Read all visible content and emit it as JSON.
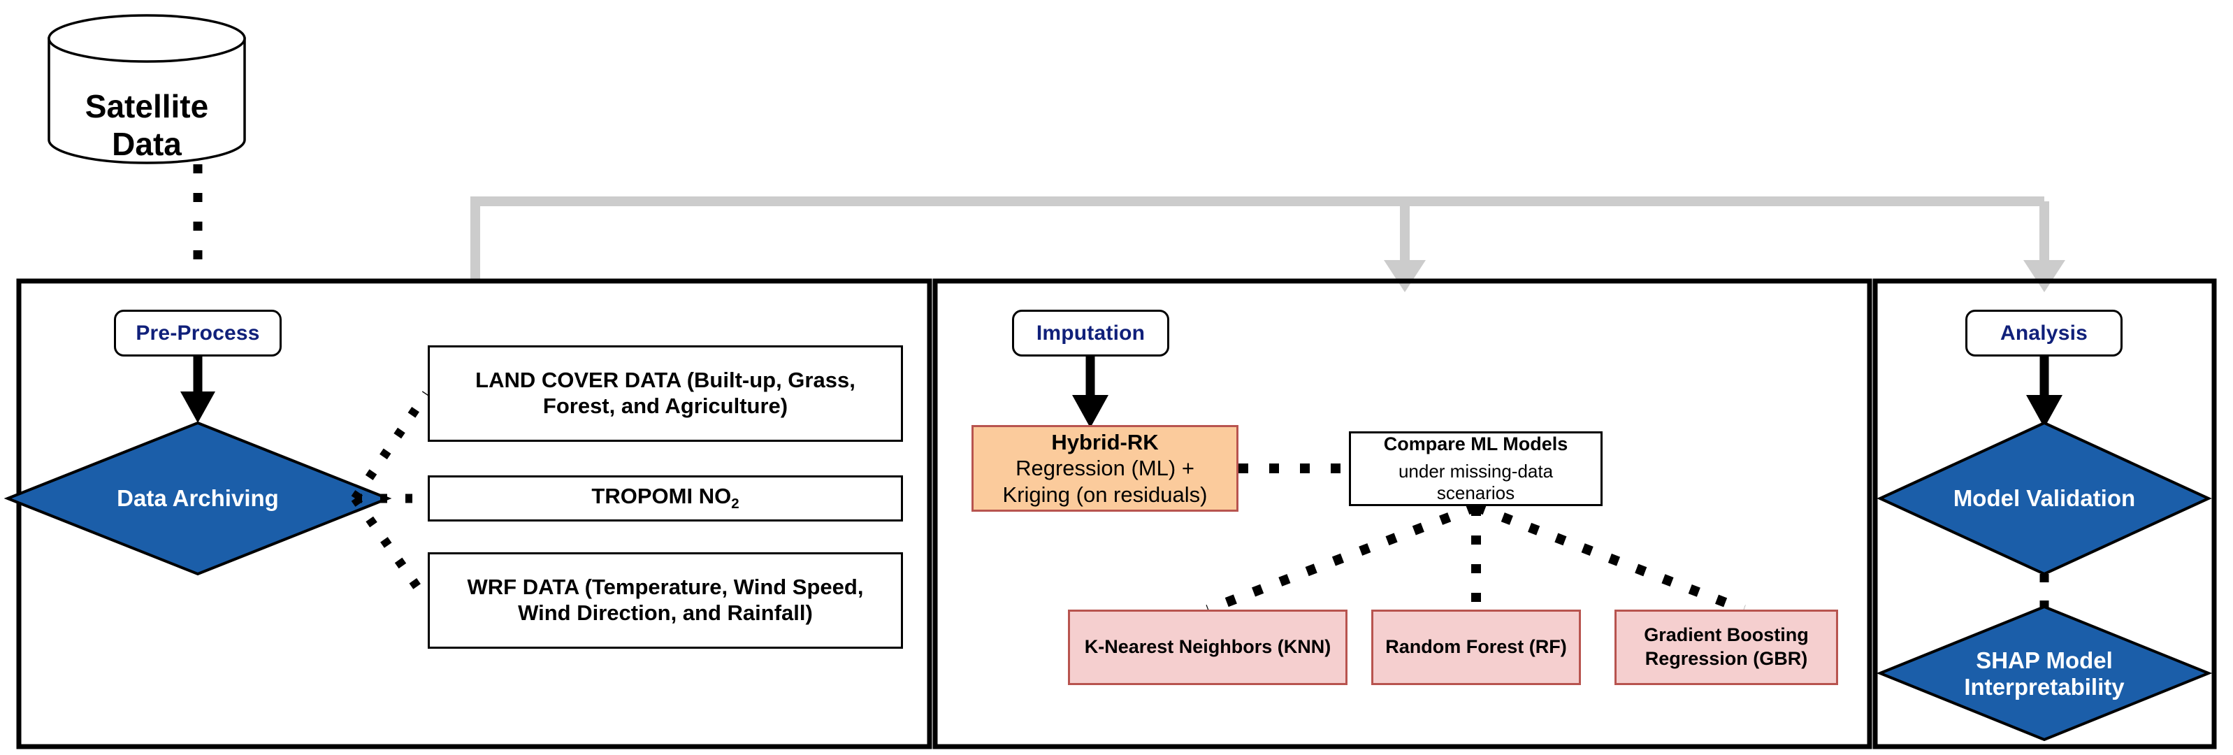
{
  "diagram": {
    "title": "Hybrid-RK satellite NO2 modelling workflow",
    "colors": {
      "diamond_fill": "#1b5ea9",
      "diamond_text": "#ffffff",
      "pill_text": "#10207a",
      "orange_fill": "#fbcb9c",
      "orange_border": "#b8544f",
      "pink_fill": "#f5cfcf",
      "pink_border": "#b8544f",
      "connector_gray": "#cccccc",
      "connector_black": "#000000",
      "panel_border": "#000000"
    }
  },
  "source": {
    "database_label": "Satellite Data"
  },
  "panels": [
    {
      "name": "pre-process-panel",
      "stage_label": "Pre-Process"
    },
    {
      "name": "imputation-panel",
      "stage_label": "Imputation"
    },
    {
      "name": "analysis-panel",
      "stage_label": "Analysis"
    }
  ],
  "preprocess": {
    "stage_label": "Pre-Process",
    "decision_label": "Data Archiving",
    "datasets": [
      {
        "line1": "LAND COVER DATA (Built-up, Grass,",
        "line2": "Forest, and Agriculture)"
      },
      {
        "line1": "TROPOMI NO",
        "sub": "2",
        "line2": ""
      },
      {
        "line1": "WRF DATA (Temperature, Wind Speed,",
        "line2": "Wind Direction, and Rainfall)"
      }
    ]
  },
  "imputation": {
    "stage_label": "Imputation",
    "hybrid": {
      "title": "Hybrid-RK",
      "line2": "Regression (ML) +",
      "line3": "Kriging (on residuals)"
    },
    "compare": {
      "title": "Compare ML Models",
      "subtitle": "under missing-data scenarios"
    },
    "models": [
      {
        "label": "K-Nearest Neighbors (KNN)"
      },
      {
        "label": "Random Forest (RF)"
      },
      {
        "line1": "Gradient Boosting",
        "line2": "Regression (GBR)"
      }
    ]
  },
  "analysis": {
    "stage_label": "Analysis",
    "steps": [
      {
        "label": "Model Validation"
      },
      {
        "line1": "SHAP Model",
        "line2": "Interpretability"
      }
    ]
  }
}
